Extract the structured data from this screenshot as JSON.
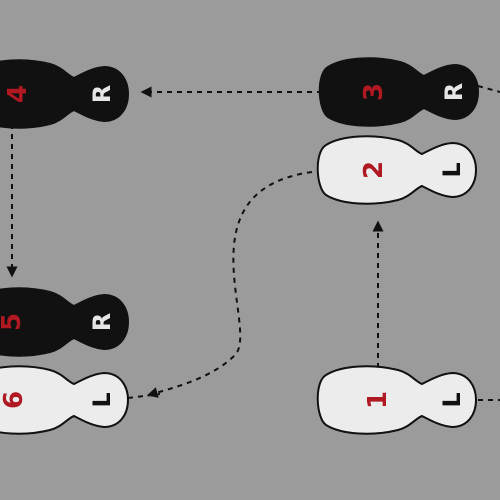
{
  "colors": {
    "background": "#9b9b9b",
    "dark_foot": "#111111",
    "light_foot": "#ececec",
    "step_number": "#b01822",
    "foot_letter_dark": "#e6e6e6",
    "foot_letter_light": "#111111",
    "path": "#111111"
  },
  "steps": [
    {
      "number": "1",
      "foot": "L",
      "shade": "light"
    },
    {
      "number": "2",
      "foot": "L",
      "shade": "light"
    },
    {
      "number": "3",
      "foot": "R",
      "shade": "dark"
    },
    {
      "number": "4",
      "foot": "R",
      "shade": "dark"
    },
    {
      "number": "5",
      "foot": "R",
      "shade": "dark"
    },
    {
      "number": "6",
      "foot": "L",
      "shade": "light"
    }
  ]
}
